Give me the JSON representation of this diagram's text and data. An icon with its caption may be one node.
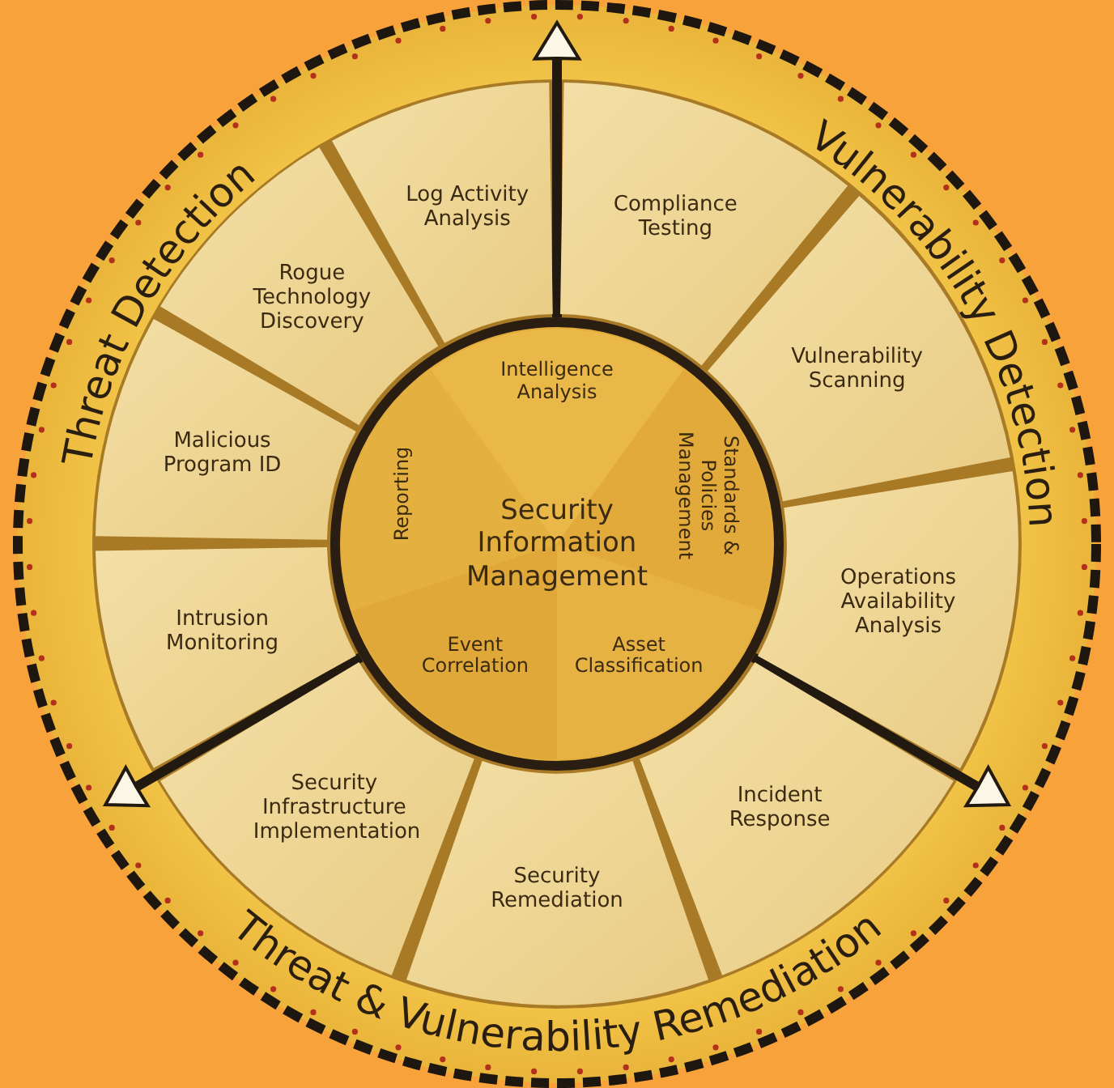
{
  "diagram": {
    "nodes": [
      {
        "text": [
          "Security Information Management"
        ]
      },
      {
        "text": [
          "Intelligence Analysis"
        ],
        "in": 0
      },
      {
        "text": [
          "Standards & Policies Management"
        ],
        "in": 0
      },
      {
        "text": [
          "Asset Classification"
        ],
        "in": 0
      },
      {
        "text": [
          "Event Correlation"
        ],
        "in": 0
      },
      {
        "text": [
          "Reporting"
        ],
        "in": 0
      },
      {
        "text": [
          "Log Activity Analysis"
        ]
      },
      {
        "text": [
          "Compliance Testing"
        ]
      },
      {
        "text": [
          "Vulnerability Scanning"
        ]
      },
      {
        "text": [
          "Operations Availability Analysis"
        ]
      },
      {
        "text": [
          "Incident Response"
        ]
      },
      {
        "text": [
          "Security Remediation"
        ]
      },
      {
        "text": [
          "Security Infrastructure Implementation"
        ]
      },
      {
        "text": [
          "Intrusion Monitoring"
        ]
      },
      {
        "text": [
          "Malicious Program ID"
        ]
      },
      {
        "text": [
          "Rogue Technology Discovery"
        ]
      }
    ],
    "labels": [
      "Threat Detection",
      "Vulnerability Detection",
      "Threat & Vulnerability Remediation"
    ]
  }
}
